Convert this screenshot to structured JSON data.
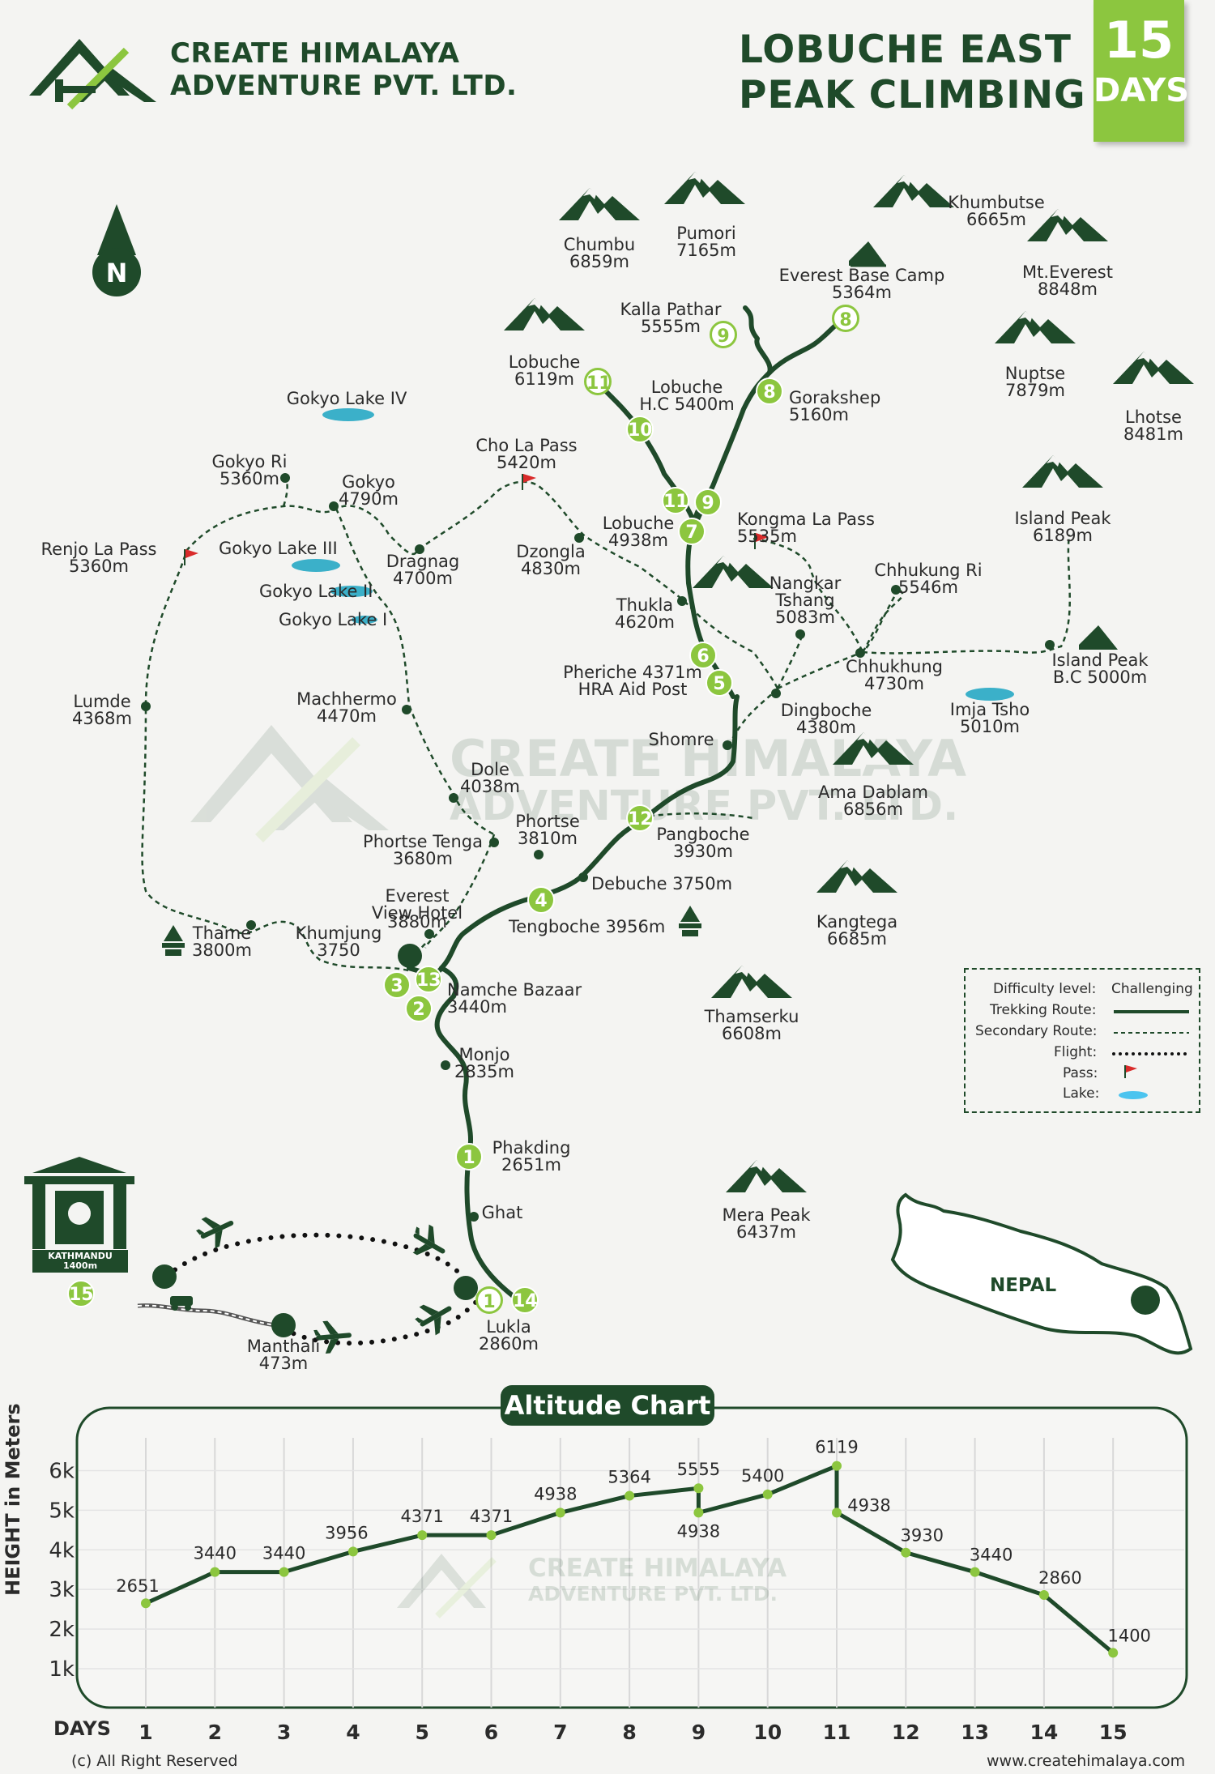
{
  "brand": {
    "line1": "CREATE HIMALAYA",
    "line2": "ADVENTURE PVT. LTD."
  },
  "title": {
    "line1": "LOBUCHE EAST",
    "line2": "PEAK CLIMBING"
  },
  "badge": {
    "number": "15",
    "unit": "DAYS"
  },
  "north": "N",
  "watermark": {
    "line1": "CREATE HIMALAYA",
    "line2": "ADVENTURE PVT. LTD."
  },
  "peaks": [
    {
      "name": "Chumbu",
      "alt": "6859m"
    },
    {
      "name": "Pumori",
      "alt": "7165m"
    },
    {
      "name": "Khumbutse",
      "alt": "6665m"
    },
    {
      "name": "Mt.Everest",
      "alt": "8848m"
    },
    {
      "name": "Lobuche",
      "alt": "6119m"
    },
    {
      "name": "Nuptse",
      "alt": "7879m"
    },
    {
      "name": "Lhotse",
      "alt": "8481m"
    },
    {
      "name": "Island Peak",
      "alt": "6189m"
    },
    {
      "name": "Ama Dablam",
      "alt": "6856m"
    },
    {
      "name": "Kangtega",
      "alt": "6685m"
    },
    {
      "name": "Thamserku",
      "alt": "6608m"
    },
    {
      "name": "Mera Peak",
      "alt": "6437m"
    }
  ],
  "places": [
    {
      "name": "Everest Base Camp",
      "alt": "5364m"
    },
    {
      "name": "Kalla Pathar",
      "alt": "5555m"
    },
    {
      "name": "Gorakshep",
      "alt": "5160m"
    },
    {
      "name": "Lobuche",
      "alt": "H.C 5400m"
    },
    {
      "name": "Gokyo Lake IV",
      "alt": ""
    },
    {
      "name": "Gokyo Ri",
      "alt": "5360m"
    },
    {
      "name": "Gokyo",
      "alt": "4790m"
    },
    {
      "name": "Cho La Pass",
      "alt": "5420m"
    },
    {
      "name": "Renjo La Pass",
      "alt": "5360m"
    },
    {
      "name": "Gokyo Lake III",
      "alt": ""
    },
    {
      "name": "Dragnag",
      "alt": "4700m"
    },
    {
      "name": "Dzongla",
      "alt": "4830m"
    },
    {
      "name": "Lobuche",
      "alt": "4938m"
    },
    {
      "name": "Kongma La Pass",
      "alt": "5535m"
    },
    {
      "name": "Gokyo Lake II",
      "alt": ""
    },
    {
      "name": "Gokyo Lake I",
      "alt": ""
    },
    {
      "name": "Thukla",
      "alt": "4620m"
    },
    {
      "name": "Nangkar",
      "alt": "Tshang"
    },
    {
      "name": "5083m",
      "alt": ""
    },
    {
      "name": "Chhukung Ri",
      "alt": "5546m"
    },
    {
      "name": "Lumde",
      "alt": "4368m"
    },
    {
      "name": "Island Peak",
      "alt": "B.C 5000m"
    },
    {
      "name": "Pheriche 4371m",
      "alt": "HRA Aid Post"
    },
    {
      "name": "Chhukhung",
      "alt": "4730m"
    },
    {
      "name": "Machhermo",
      "alt": "4470m"
    },
    {
      "name": "Dingboche",
      "alt": "4380m"
    },
    {
      "name": "Imja Tsho",
      "alt": "5010m"
    },
    {
      "name": "Shomre",
      "alt": ""
    },
    {
      "name": "Dole",
      "alt": "4038m"
    },
    {
      "name": "Phortse",
      "alt": "3810m"
    },
    {
      "name": "Pangboche",
      "alt": "3930m"
    },
    {
      "name": "Phortse Tenga",
      "alt": "3680m"
    },
    {
      "name": "Debuche 3750m",
      "alt": ""
    },
    {
      "name": "Everest",
      "alt": "View Hotel"
    },
    {
      "name": "3880m",
      "alt": ""
    },
    {
      "name": "Tengboche 3956m",
      "alt": ""
    },
    {
      "name": "Thame",
      "alt": "3800m"
    },
    {
      "name": "Khumjung",
      "alt": "3750"
    },
    {
      "name": "Namche Bazaar",
      "alt": "3440m"
    },
    {
      "name": "Monjo",
      "alt": "2835m"
    },
    {
      "name": "Phakding",
      "alt": "2651m"
    },
    {
      "name": "Ghat",
      "alt": ""
    },
    {
      "name": "Lukla",
      "alt": "2860m"
    },
    {
      "name": "Manthali",
      "alt": "473m"
    }
  ],
  "days": [
    "1",
    "2",
    "3",
    "4",
    "5",
    "6",
    "7",
    "8",
    "9",
    "10",
    "11",
    "12",
    "13",
    "14",
    "15"
  ],
  "map_day_markers": [
    {
      "label": "1",
      "style": "outline"
    },
    {
      "label": "14",
      "style": "fill"
    },
    {
      "label": "1",
      "style": "fill"
    },
    {
      "label": "2",
      "style": "fill"
    },
    {
      "label": "3",
      "style": "fill"
    },
    {
      "label": "13",
      "style": "fill"
    },
    {
      "label": "4",
      "style": "fill"
    },
    {
      "label": "12",
      "style": "fill"
    },
    {
      "label": "5",
      "style": "fill"
    },
    {
      "label": "6",
      "style": "fill"
    },
    {
      "label": "7",
      "style": "fill"
    },
    {
      "label": "11",
      "style": "fill"
    },
    {
      "label": "9",
      "style": "fill"
    },
    {
      "label": "10",
      "style": "fill"
    },
    {
      "label": "11",
      "style": "outline"
    },
    {
      "label": "8",
      "style": "fill"
    },
    {
      "label": "9",
      "style": "outline"
    },
    {
      "label": "8",
      "style": "outline"
    },
    {
      "label": "15",
      "style": "fill"
    }
  ],
  "kathmandu": {
    "name": "KATHMANDU",
    "alt": "1400m"
  },
  "nepal": "NEPAL",
  "legend": {
    "difficulty_label": "Difficulty level:",
    "difficulty_value": "Challenging",
    "rows": [
      "Trekking Route:",
      "Secondary Route:",
      "Flight:",
      "Pass:",
      "Lake:"
    ]
  },
  "colors": {
    "dark_green": "#1f4a2a",
    "accent_green": "#8cc63f",
    "lake": "#3bb0c9",
    "flag": "#d92b2b"
  },
  "chart_data": {
    "type": "line",
    "title": "Altitude Chart",
    "xlabel": "DAYS",
    "ylabel": "HEIGHT in Meters",
    "ylim": [
      800,
      6600
    ],
    "yticks": [
      1000,
      2000,
      3000,
      4000,
      5000,
      6000
    ],
    "ytick_labels": [
      "1k",
      "2k",
      "3k",
      "4k",
      "5k",
      "6k"
    ],
    "x": [
      1,
      2,
      3,
      4,
      5,
      6,
      7,
      8,
      9,
      9,
      10,
      11,
      11,
      12,
      13,
      14,
      15
    ],
    "y": [
      2651,
      3440,
      3440,
      3956,
      4371,
      4371,
      4938,
      5364,
      5555,
      4938,
      5400,
      6119,
      4938,
      3930,
      3440,
      2860,
      1400
    ],
    "grid": true
  },
  "footer": {
    "left": "(c) All Right Reserved",
    "right": "www.createhimalaya.com"
  }
}
